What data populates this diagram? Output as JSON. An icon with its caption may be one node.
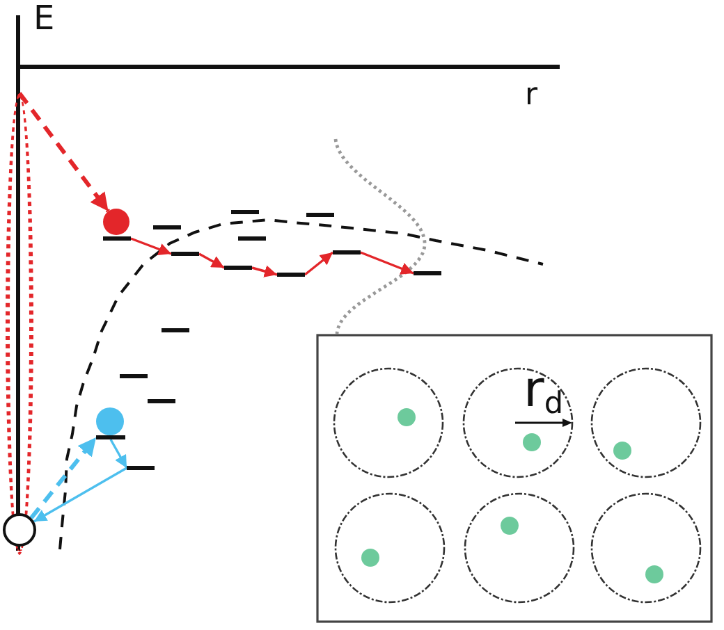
{
  "diagram": {
    "nodes": [
      {
        "text": [],
        "shape": "ellipse"
      },
      {
        "text": [],
        "shape": "circle"
      },
      {
        "text": [],
        "shape": "bar"
      },
      {
        "text": [],
        "shape": "bar"
      },
      {
        "text": [],
        "shape": "bar"
      },
      {
        "text": [],
        "shape": "bar"
      },
      {
        "text": [],
        "shape": "bar"
      },
      {
        "text": [],
        "shape": "bar"
      },
      {
        "text": [],
        "shape": "bar"
      },
      {
        "text": [],
        "shape": "bar"
      },
      {
        "text": [],
        "shape": "bar"
      },
      {
        "text": [],
        "shape": "bar"
      },
      {
        "text": [],
        "shape": "bar"
      },
      {
        "text": [],
        "shape": "bar"
      },
      {
        "text": [],
        "shape": "bar"
      },
      {
        "text": [],
        "shape": "circle"
      },
      {
        "text": [],
        "shape": "bar"
      },
      {
        "text": [],
        "shape": "bar"
      },
      {
        "text": [],
        "shape": "circle"
      }
    ],
    "edges": [
      {
        "from": 0,
        "to": 1,
        "arrow": "to",
        "style": "dashed"
      },
      {
        "from": 5,
        "to": 7,
        "arrow": "to"
      },
      {
        "from": 7,
        "to": 9,
        "arrow": "to"
      },
      {
        "from": 9,
        "to": 11,
        "arrow": "to"
      },
      {
        "from": 11,
        "to": 8,
        "arrow": "to"
      },
      {
        "from": 8,
        "to": 10,
        "arrow": "to"
      },
      {
        "from": 18,
        "to": 16,
        "arrow": "to",
        "style": "dashed",
        "color": "#4dbfee"
      },
      {
        "from": 16,
        "to": 17,
        "arrow": "to",
        "color": "#4dbfee"
      },
      {
        "from": 17,
        "to": 18,
        "arrow": "to",
        "color": "#4dbfee"
      }
    ],
    "labels": [
      "E",
      "r",
      "r$_{d}$"
    ]
  }
}
